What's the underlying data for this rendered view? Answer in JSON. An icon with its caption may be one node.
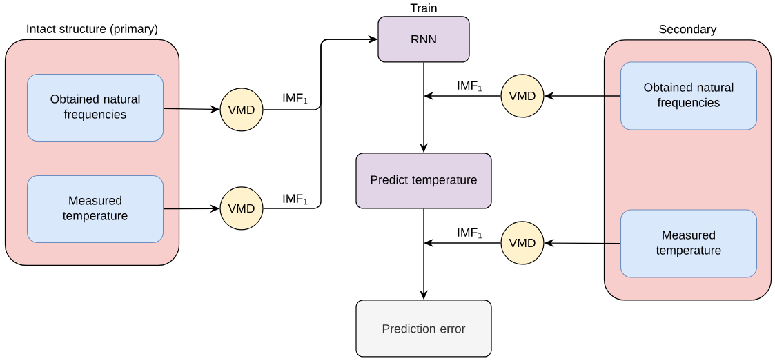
{
  "diagram": {
    "nodes": [
      {
        "text": [
          "Intact structure (primary)"
        ]
      },
      {
        "text": [
          "Obtained natural frequencies"
        ],
        "in": 0
      },
      {
        "text": [
          "Measured temperature"
        ],
        "in": 0
      },
      {
        "text": [
          "VMD"
        ]
      },
      {
        "text": [
          "VMD"
        ]
      },
      {
        "text": [
          "Train",
          "RNN"
        ]
      },
      {
        "text": [
          "Secondary"
        ]
      },
      {
        "text": [
          "Obtained natural frequencies"
        ],
        "in": 6
      },
      {
        "text": [
          "Measured temperature"
        ],
        "in": 6
      },
      {
        "text": [
          "VMD"
        ]
      },
      {
        "text": [
          "Predict temperature"
        ]
      },
      {
        "text": [
          "VMD"
        ]
      },
      {
        "text": [
          "Prediction error"
        ]
      }
    ],
    "edges": [
      {
        "from": 1,
        "to": 3,
        "arrow": "to"
      },
      {
        "from": 2,
        "to": 4,
        "arrow": "to"
      },
      {
        "from": 3,
        "to": 5,
        "arrow": "to",
        "label": "IMF$_{1}$"
      },
      {
        "from": 4,
        "to": 5,
        "arrow": "to",
        "label": "IMF$_{1}$"
      },
      {
        "from": 7,
        "to": 9,
        "arrow": "to"
      },
      {
        "from": 9,
        "to": null,
        "arrow": "to",
        "label": "IMF$_{1}$"
      },
      {
        "from": 5,
        "to": 10,
        "arrow": "to"
      },
      {
        "from": 8,
        "to": 11,
        "arrow": "to"
      },
      {
        "from": 11,
        "to": null,
        "arrow": "to",
        "label": "IMF$_{1}$"
      },
      {
        "from": 10,
        "to": 12,
        "arrow": "to"
      }
    ]
  }
}
